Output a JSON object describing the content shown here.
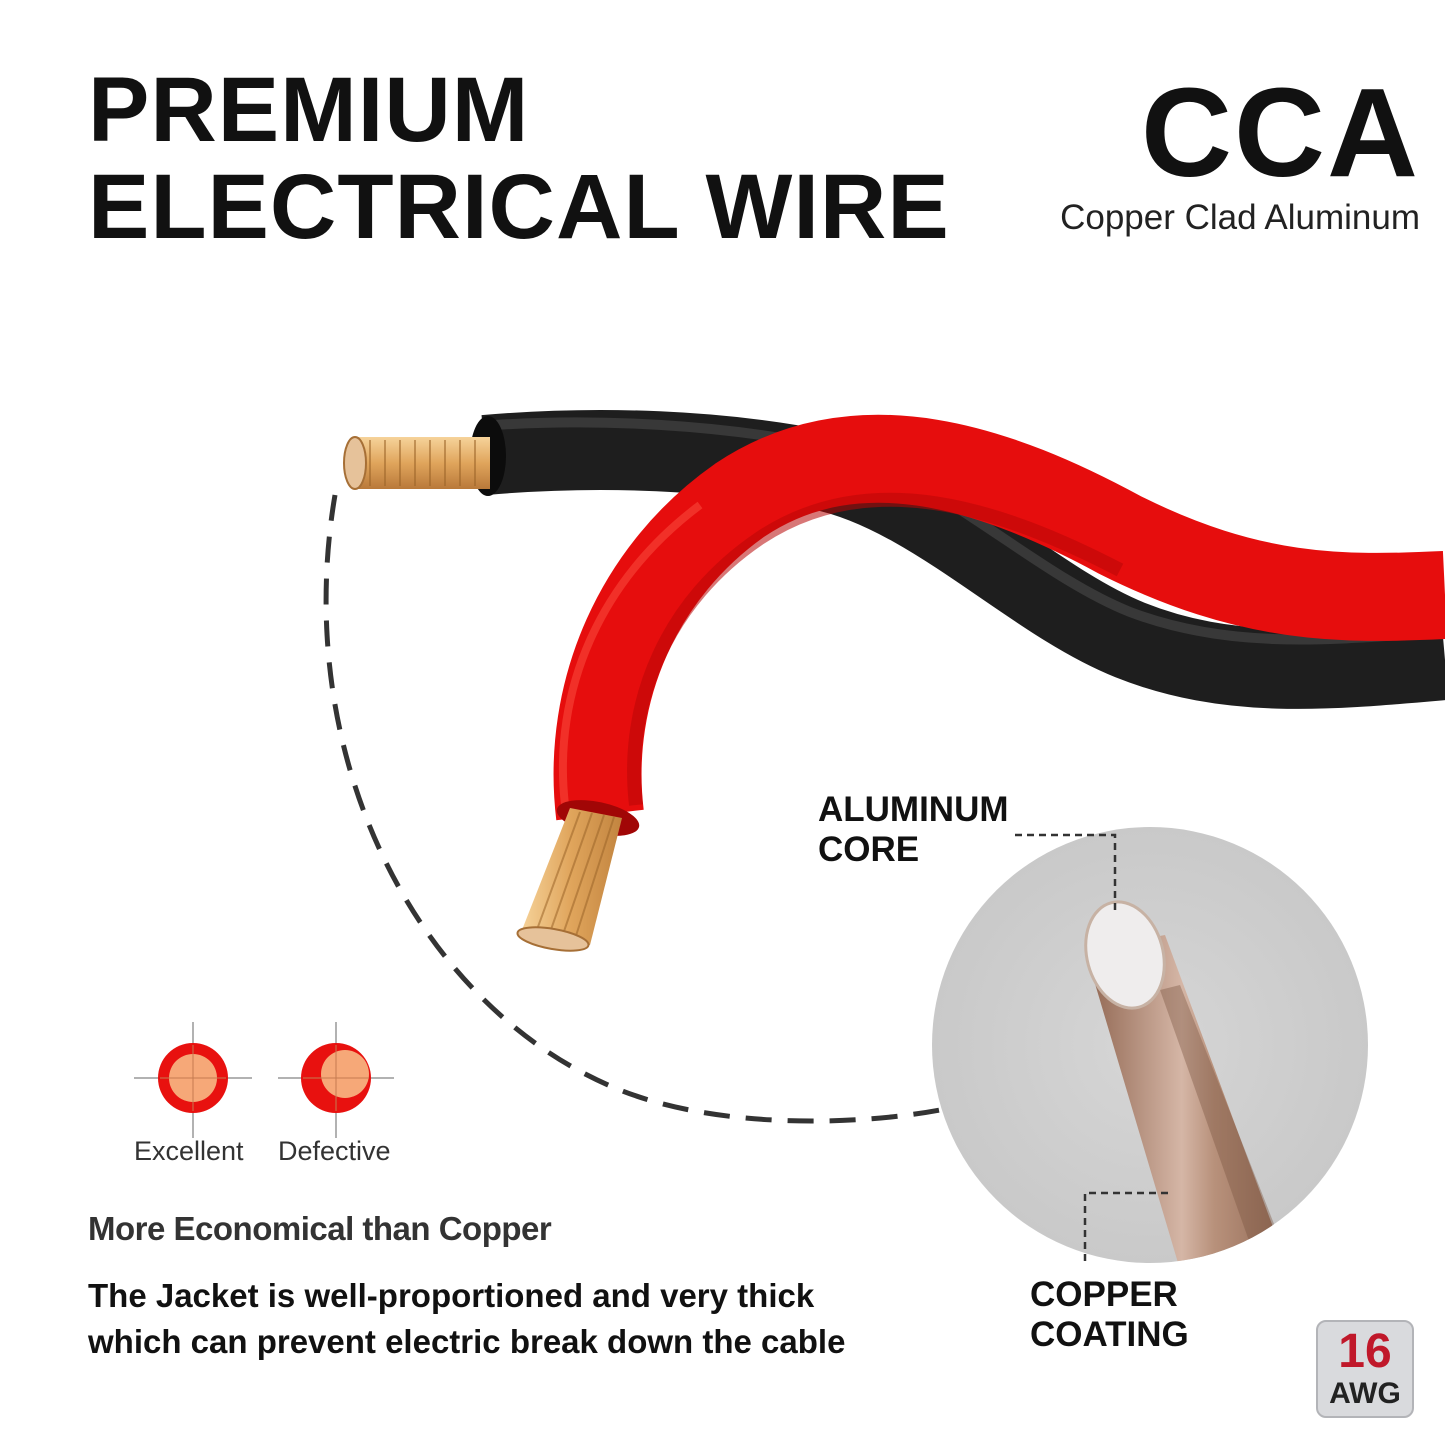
{
  "header": {
    "title_line1": "PREMIUM",
    "title_line2": "ELECTRICAL WIRE",
    "type_code": "CCA",
    "type_full": "Copper Clad Aluminum"
  },
  "callouts": {
    "aluminum_core_line1": "ALUMINUM",
    "aluminum_core_line2": "CORE",
    "copper_coating_line1": "COPPER",
    "copper_coating_line2": "COATING"
  },
  "comparison": {
    "excellent_label": "Excellent",
    "defective_label": "Defective"
  },
  "features": {
    "economy": "More Economical  than Copper",
    "jacket_line1": "The Jacket is well-proportioned and very thick",
    "jacket_line2": "which can prevent electric break down the cable"
  },
  "badge": {
    "gauge": "16",
    "unit": "AWG"
  },
  "colors": {
    "red_jacket": "#e60d0d",
    "black_jacket": "#1e1e1e",
    "copper": "#d99a4e",
    "coating": "#a97c63",
    "core": "#f0eeee"
  }
}
